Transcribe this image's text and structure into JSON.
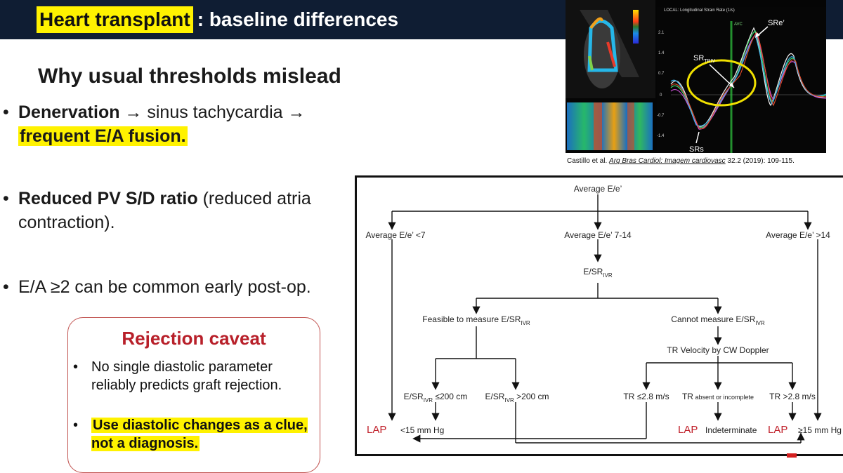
{
  "header": {
    "title_highlight": "Heart transplant",
    "title_rest": ": baseline differences"
  },
  "subheading": "Why usual thresholds mislead",
  "bullets": {
    "b1_bold": "Denervation",
    "b1_mid": " → sinus tachycardia →",
    "b1_hl": "frequent E/A fusion.",
    "b2_bold": "Reduced PV S/D ratio",
    "b2_rest1": " (reduced atria",
    "b2_rest2": "contraction).",
    "b3": "E/A ≥2 can be common early post-op."
  },
  "caveat": {
    "title": "Rejection caveat",
    "item1": "No single diastolic parameter reliably predicts graft rejection.",
    "item2": "Use diastolic changes as a clue, not a diagnosis."
  },
  "echo": {
    "strain_title": "LOCAL: Longitudinal Strain Rate (1/s)",
    "label_sre": "SRe’",
    "label_srtriv": "SR",
    "label_srtriv_sub": "TRIV",
    "label_srs": "SRs",
    "label_avc": "AVC",
    "y_ticks": [
      "2.1",
      "1.4",
      "0.7",
      "0",
      "-0.7",
      "-1.4"
    ],
    "caption_pre": "Castillo et al. ",
    "caption_journal": "Arq Bras Cardiol: Imagem cardiovasc",
    "caption_post": " 32.2 (2019): 109-115.",
    "colors": {
      "background": "#050505",
      "highlight_circle": "#f0e000"
    }
  },
  "flowchart": {
    "root": "Average E/e’",
    "left": "Average E/e’ <7",
    "middle": "Average E/e’ 7-14",
    "right": "Average E/e’ >14",
    "esr": "E/SR",
    "esr_sub": "IVR",
    "feasible": "Feasible to measure E/SR",
    "cannot": "Cannot measure E/SR",
    "tr_velocity": "TR Velocity by CW Doppler",
    "esr_le": "E/SR",
    "esr_le_tail": " ≤200 cm",
    "esr_gt": "E/SR",
    "esr_gt_tail": " >200 cm",
    "tr_le": "TR ≤2.8 m/s",
    "tr_absent_1": "TR",
    "tr_absent_2": " absent or incomplete",
    "tr_gt": "TR >2.8 m/s",
    "lap": "LAP",
    "lap_low": "<15 mm Hg",
    "lap_indet": "Indeterminate",
    "lap_high": "≥15 mm Hg",
    "colors": {
      "lap": "#c0202a",
      "lines": "#111111"
    }
  }
}
